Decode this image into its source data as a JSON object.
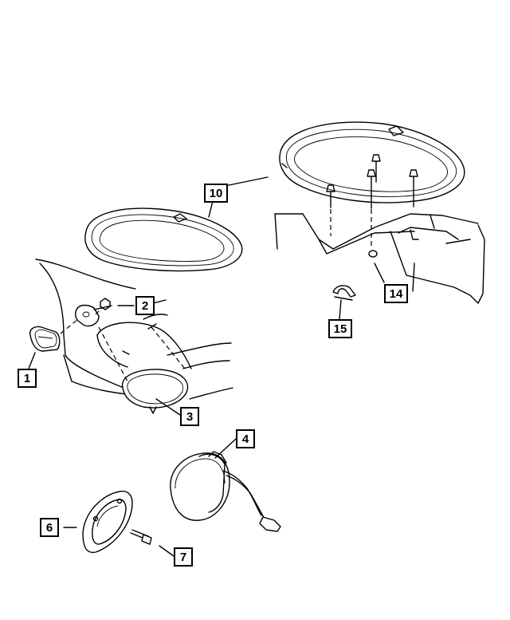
{
  "callouts": {
    "c1": "1",
    "c2": "2",
    "c3": "3",
    "c4": "4",
    "c6": "6",
    "c7": "7",
    "c10": "10",
    "c14": "14",
    "c15": "15"
  },
  "colors": {
    "ink": "#000000",
    "paper": "#ffffff"
  }
}
